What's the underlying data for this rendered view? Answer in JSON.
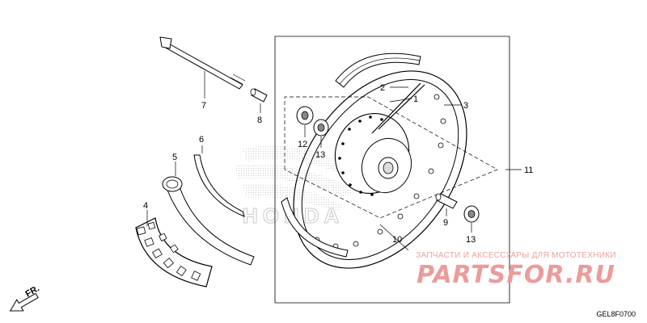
{
  "callouts": {
    "p1": "1",
    "p2": "2",
    "p3": "3",
    "p4": "4",
    "p5": "5",
    "p6": "6",
    "p7": "7",
    "p8": "8",
    "p9": "9",
    "p10": "10",
    "p11": "11",
    "p12": "12",
    "p13a": "13",
    "p13b": "13"
  },
  "front_arrow_label": "FR.",
  "diagram_code": "GEL8F0700",
  "watermark": {
    "tagline": "ЗАПЧАСТИ И АКСЕССУАРЫ ДЛЯ МОТОТЕХНИКИ",
    "site": "PARTSFOR.RU"
  },
  "background_logo_text": "HONDA",
  "colors": {
    "line": "#000000",
    "watermark": "#ec9b9b",
    "logo_gray": "#cfcfcf"
  }
}
